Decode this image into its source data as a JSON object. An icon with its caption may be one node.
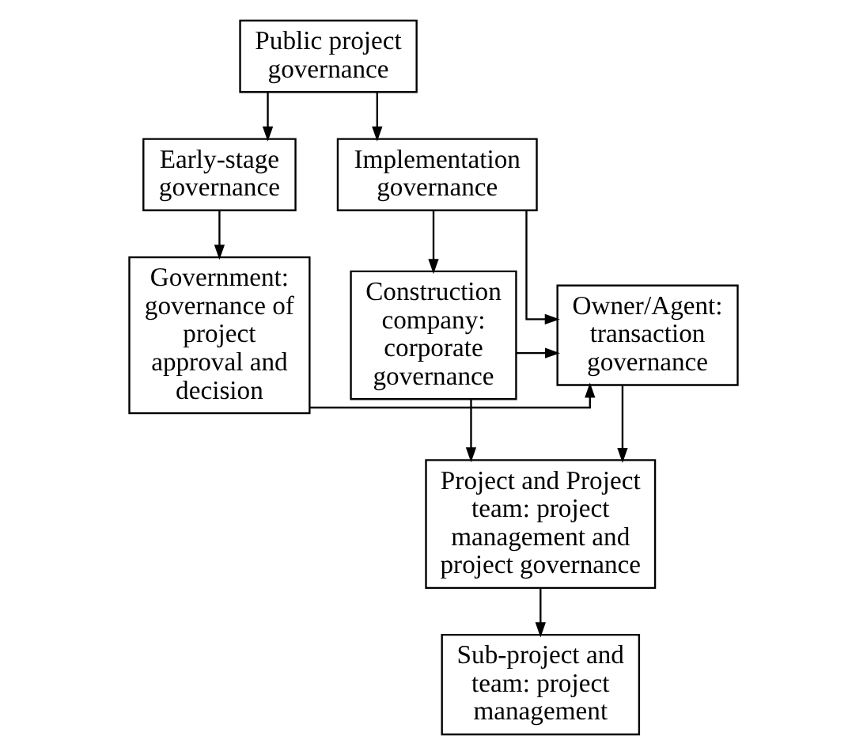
{
  "diagram": {
    "nodes": [
      {
        "text": [
          "Public project governance"
        ]
      },
      {
        "text": [
          "Early-stage governance"
        ]
      },
      {
        "text": [
          "Implementation governance"
        ]
      },
      {
        "text": [
          "Government: governance of project approval and decision"
        ]
      },
      {
        "text": [
          "Owner/Agent: transaction governance"
        ]
      },
      {
        "text": [
          "Construction company: corporate governance"
        ]
      },
      {
        "text": [
          "Project and Project team: project management and project governance"
        ]
      },
      {
        "text": [
          "Sub-project and team: project management"
        ]
      }
    ],
    "edges": [
      {
        "from": 0,
        "to": 1,
        "arrow": "to"
      },
      {
        "from": 0,
        "to": 2,
        "arrow": "to"
      },
      {
        "from": 1,
        "to": 3,
        "arrow": "to"
      },
      {
        "from": 2,
        "to": 4,
        "arrow": "to"
      },
      {
        "from": 2,
        "to": 5,
        "arrow": "to"
      },
      {
        "from": 3,
        "to": 4,
        "arrow": "to"
      },
      {
        "from": 5,
        "to": 4,
        "arrow": "to"
      },
      {
        "from": 4,
        "to": 6,
        "arrow": "to"
      },
      {
        "from": 5,
        "to": 6,
        "arrow": "to"
      },
      {
        "from": 6,
        "to": 7,
        "arrow": "to"
      }
    ]
  }
}
